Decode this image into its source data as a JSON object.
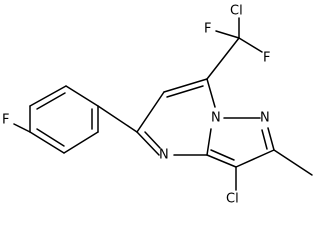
{
  "molecule": {
    "atoms": {
      "cl_top": "Cl",
      "f_top": "F",
      "f_right": "F",
      "f_left": "F",
      "n_bridge": "N",
      "n_pyrazole": "N",
      "n_pyrimidine": "N",
      "cl_bottom": "Cl"
    }
  }
}
